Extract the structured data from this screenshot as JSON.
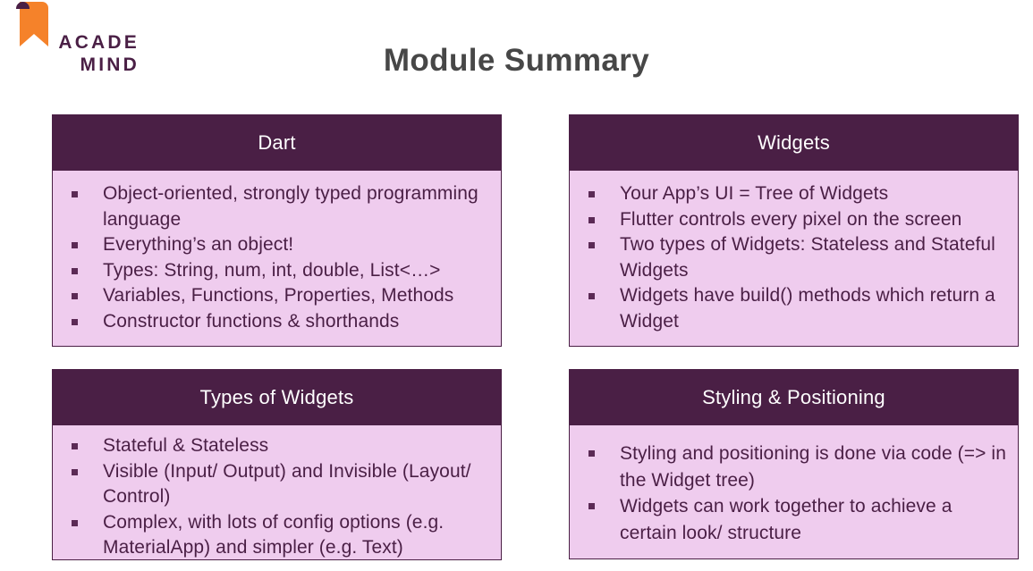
{
  "brand": {
    "line1": "ACADE",
    "line2": "MIND",
    "mark_color": "#F5822A",
    "text_color": "#4A1F45"
  },
  "title": "Module Summary",
  "theme": {
    "header_bg": "#4A1F45",
    "body_bg": "#EFCCEE",
    "border": "#4A1F45",
    "title_color": "#474747",
    "bullet_text": "#4A1F45"
  },
  "cards": [
    {
      "id": "dart",
      "header": "Dart",
      "bullets": [
        "Object-oriented, strongly typed programming language",
        "Everything’s an object!",
        "Types: String, num, int, double, List<…>",
        "Variables, Functions, Properties, Methods",
        "Constructor functions & shorthands"
      ]
    },
    {
      "id": "widgets",
      "header": "Widgets",
      "bullets": [
        "Your App’s UI = Tree of Widgets",
        "Flutter controls every pixel on the screen",
        "Two types of Widgets: Stateless and Stateful Widgets",
        "Widgets have build() methods which return a Widget"
      ]
    },
    {
      "id": "types",
      "header": "Types of Widgets",
      "bullets": [
        "Stateful & Stateless",
        "Visible (Input/ Output) and Invisible (Layout/ Control)",
        "Complex, with lots of config options (e.g. MaterialApp) and simpler (e.g. Text)"
      ]
    },
    {
      "id": "styling",
      "header": "Styling & Positioning",
      "bullets": [
        "Styling and positioning is done via code (=> in the Widget tree)",
        "Widgets can work together to achieve a certain look/ structure"
      ]
    }
  ]
}
